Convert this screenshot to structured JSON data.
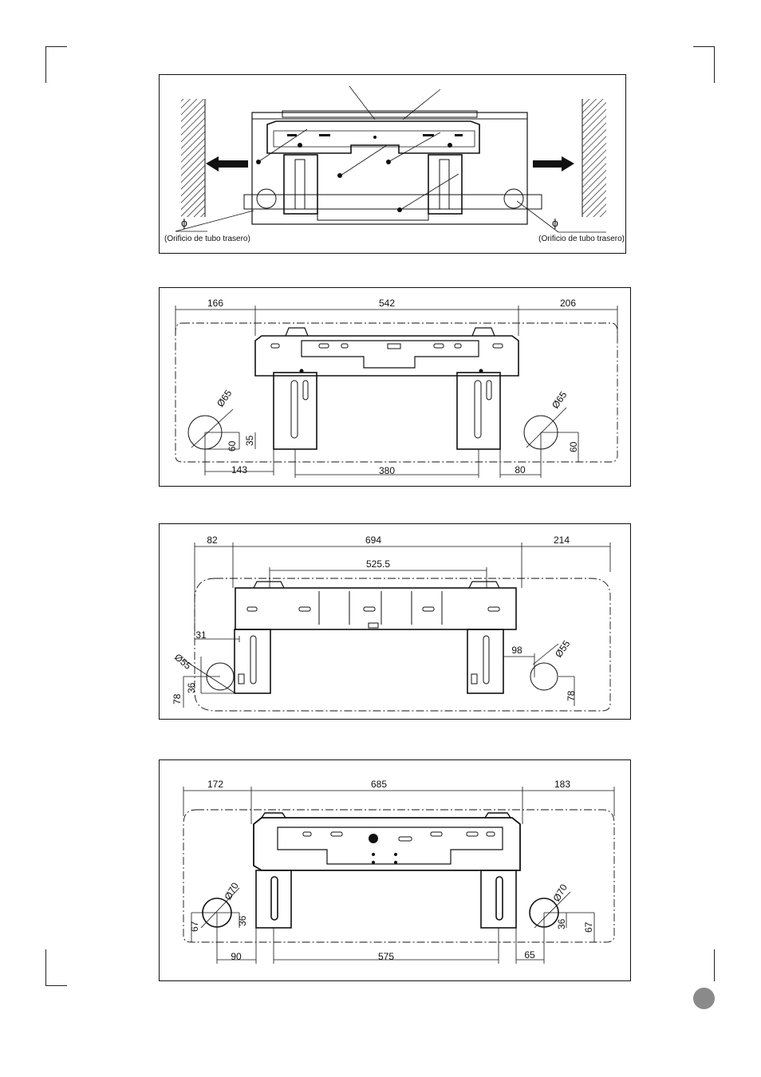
{
  "figure1": {
    "phi_left": "ϕ",
    "phi_right": "ϕ",
    "caption_left": "(Orificio de tubo trasero)",
    "caption_right": "(Orificio de tubo trasero)"
  },
  "figure2": {
    "dims": {
      "left": "166",
      "middle": "542",
      "right": "206",
      "hole_left": "Ø65",
      "hole_right": "Ø65",
      "left_v1": "60",
      "left_v2": "35",
      "left_h": "143",
      "bottom": "380",
      "right_h": "80",
      "right_v": "60"
    }
  },
  "figure3": {
    "dims": {
      "left": "82",
      "middle": "694",
      "right": "214",
      "inner": "525.5",
      "left_small": "31",
      "hole_left": "Ø55",
      "hole_right": "Ø55",
      "left_v1": "36",
      "left_v2": "78",
      "right_h": "98",
      "right_v": "78"
    }
  },
  "figure4": {
    "dims": {
      "left": "172",
      "middle": "685",
      "right": "183",
      "hole_left": "Ø70",
      "hole_right": "Ø70",
      "left_v1": "67",
      "left_v2": "36",
      "left_h": "90",
      "bottom": "575",
      "right_h": "65",
      "right_v1": "36",
      "right_v2": "67"
    }
  }
}
